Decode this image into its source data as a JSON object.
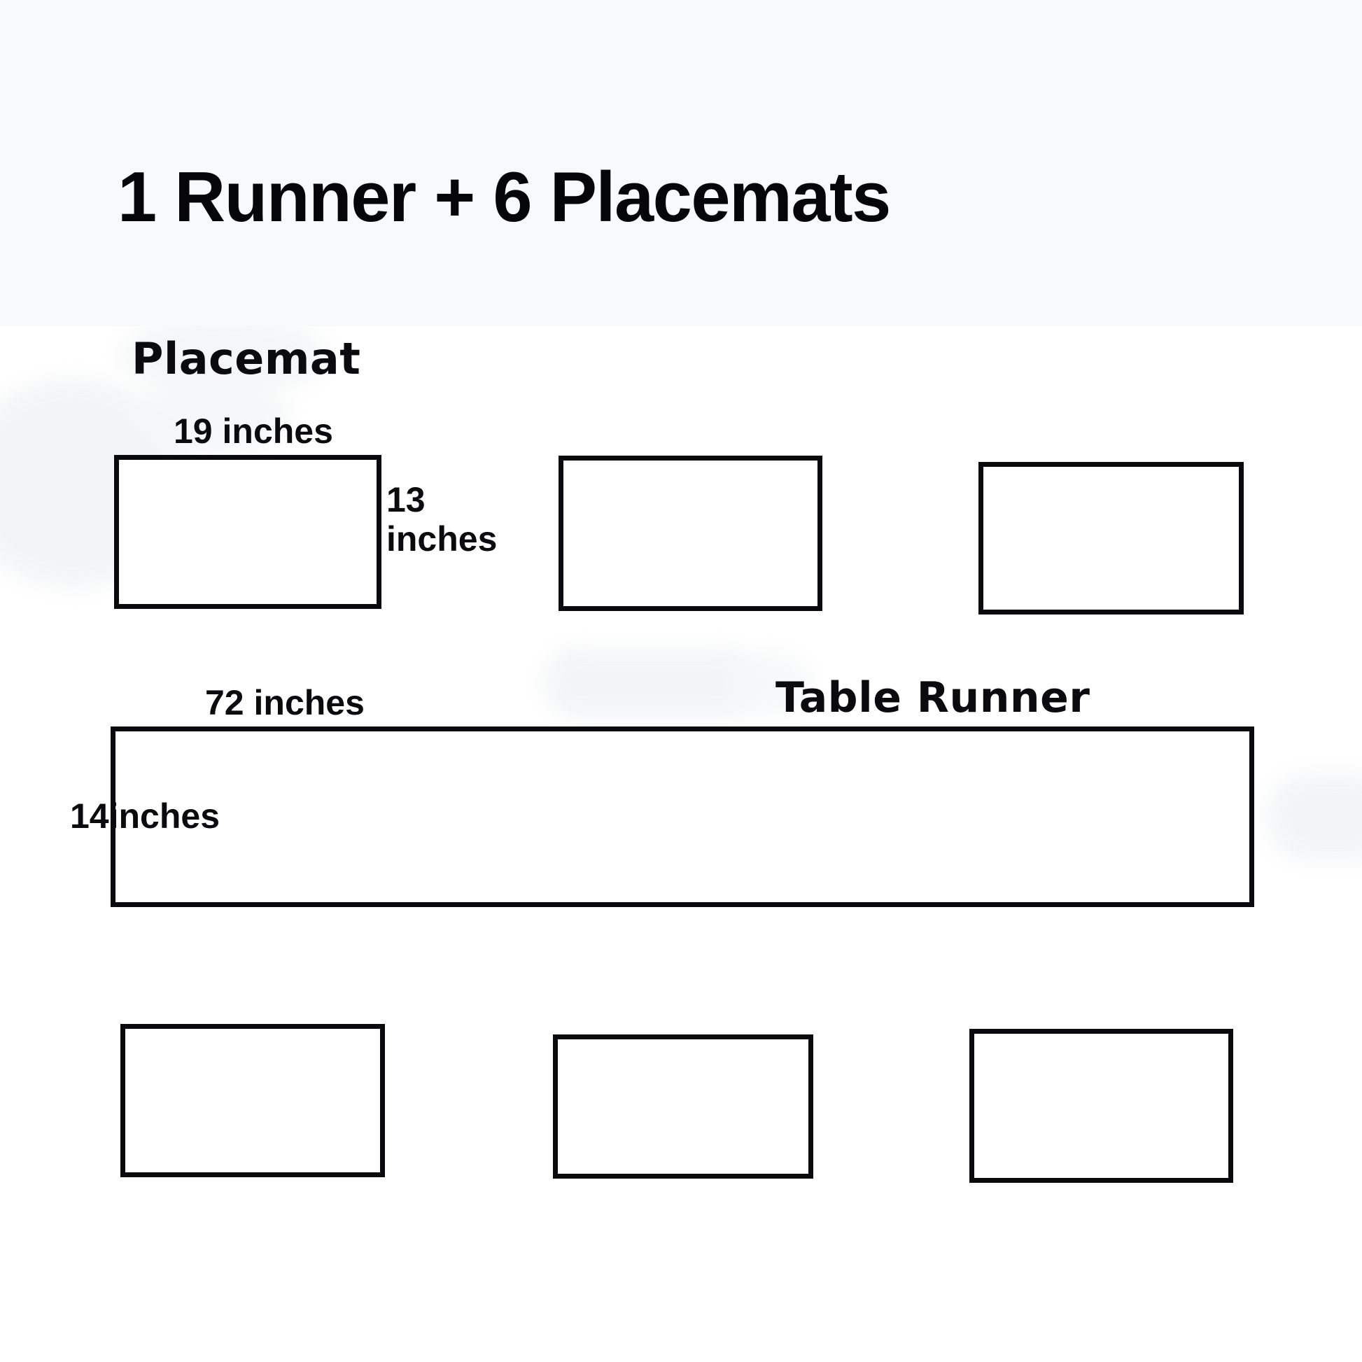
{
  "header": {
    "title": "1 Runner + 6 Placemats",
    "background_color": "#f8f9fa"
  },
  "diagram": {
    "stroke_color": "#0a0a0c",
    "fill_color": "#ffffff",
    "sections": [
      {
        "caption": "Placemat",
        "dimensions": {
          "width_label": "19 inches",
          "height_label_line1": "13",
          "height_label_line2": "inches",
          "width_value": 19,
          "height_value": 13,
          "unit": "inches"
        },
        "count": 6
      },
      {
        "caption": "Table Runner",
        "dimensions": {
          "width_label": "72 inches",
          "height_label_number": "14",
          "height_label_unit": "inches",
          "width_value": 72,
          "height_value": 14,
          "unit": "inches"
        },
        "count": 1
      }
    ],
    "placemats_top_row": [
      {
        "name": "placemat-1"
      },
      {
        "name": "placemat-2"
      },
      {
        "name": "placemat-3"
      }
    ],
    "runner": {
      "name": "table-runner-1"
    },
    "placemats_bottom_row": [
      {
        "name": "placemat-4"
      },
      {
        "name": "placemat-5"
      },
      {
        "name": "placemat-6"
      }
    ]
  }
}
